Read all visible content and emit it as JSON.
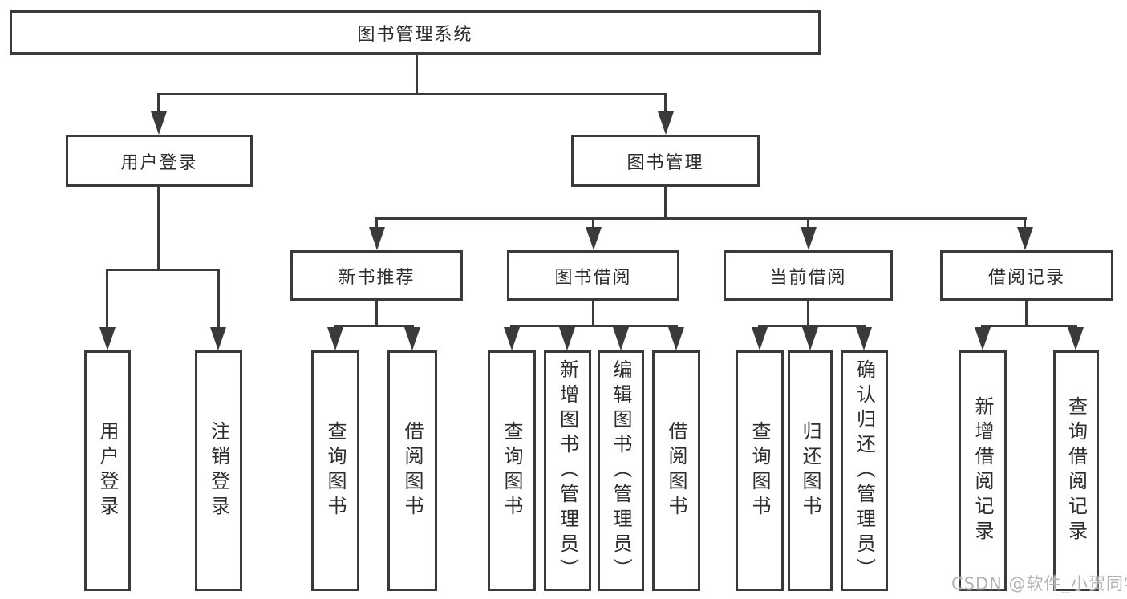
{
  "tree": {
    "label": "图书管理系统",
    "children": [
      {
        "label": "用户登录",
        "children": [
          {
            "label": "用户登录"
          },
          {
            "label": "注销登录"
          }
        ]
      },
      {
        "label": "图书管理",
        "children": [
          {
            "label": "新书推荐",
            "children": [
              {
                "label": "查询图书"
              },
              {
                "label": "借阅图书"
              }
            ]
          },
          {
            "label": "图书借阅",
            "children": [
              {
                "label": "查询图书"
              },
              {
                "label": "新增图书（管理员）"
              },
              {
                "label": "编辑图书（管理员）"
              },
              {
                "label": "借阅图书"
              }
            ]
          },
          {
            "label": "当前借阅",
            "children": [
              {
                "label": "查询图书"
              },
              {
                "label": "归还图书"
              },
              {
                "label": "确认归还（管理员）"
              }
            ]
          },
          {
            "label": "借阅记录",
            "children": [
              {
                "label": "新增借阅记录"
              },
              {
                "label": "查询借阅记录"
              }
            ]
          }
        ]
      }
    ]
  },
  "watermark": {
    "text": "CSDN @软件_小贺同学"
  },
  "colors": {
    "line": "#3a3a3a",
    "text": "#2d2d2d",
    "watermark": "#b3b3b3",
    "bg": "#ffffff"
  }
}
